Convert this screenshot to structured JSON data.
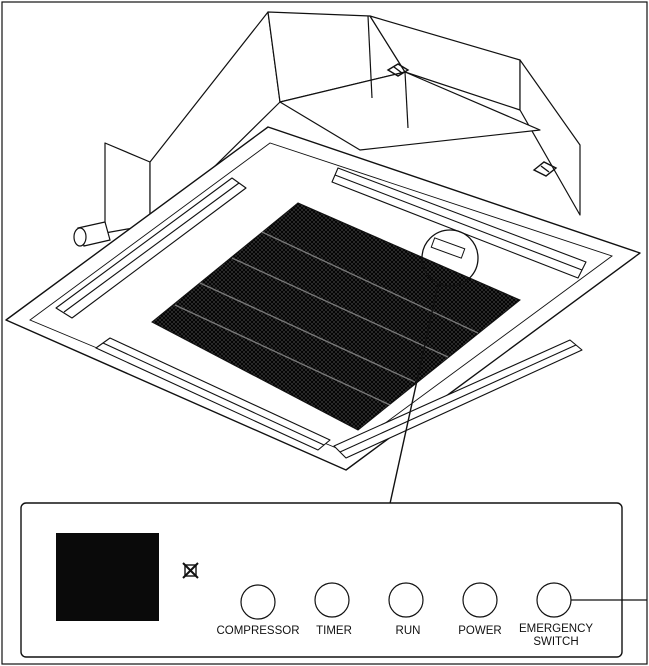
{
  "diagram": {
    "subject": "ceiling cassette air conditioner with display panel",
    "colors": {
      "line": "#111111",
      "filter": "#0a0a0a",
      "receiver": "#0a0a0a",
      "background": "#ffffff"
    },
    "icons": [
      "receiver-window",
      "sensor-mark-icon",
      "indicator-lamp"
    ]
  },
  "panel": {
    "buttons": [
      {
        "id": "compressor",
        "label": "COMPRESSOR"
      },
      {
        "id": "timer",
        "label": "TIMER"
      },
      {
        "id": "run",
        "label": "RUN"
      },
      {
        "id": "power",
        "label": "POWER"
      },
      {
        "id": "emergency",
        "label_line1": "EMERGENCY",
        "label_line2": "SWITCH"
      }
    ]
  }
}
